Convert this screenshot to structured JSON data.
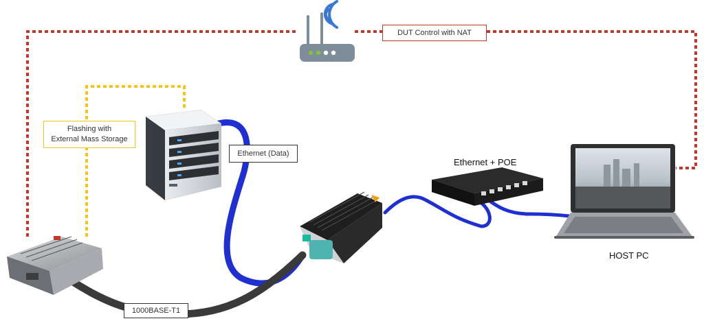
{
  "labels": {
    "dut_control": "DUT Control with NAT",
    "flashing_line1": "Flashing with",
    "flashing_line2": "External Mass Storage",
    "ethernet_data": "Ethernet (Data)",
    "ethernet_poe": "Ethernet + POE",
    "host_pc": "HOST PC",
    "t1": "1000BASE-T1"
  },
  "colors": {
    "red_link": "#c0392b",
    "yellow_link": "#f5c518",
    "blue_cable": "#1f2fd1",
    "black_cable": "#3a3a3a",
    "device_dark": "#1e1e1e",
    "router": "#7f8c9a",
    "wifi": "#3a78d6"
  },
  "icons": [
    "router-icon",
    "wifi-signal-icon",
    "server-icon",
    "media-converter-icon",
    "ethernet-switch-icon",
    "laptop-icon",
    "ecu-device-icon"
  ]
}
